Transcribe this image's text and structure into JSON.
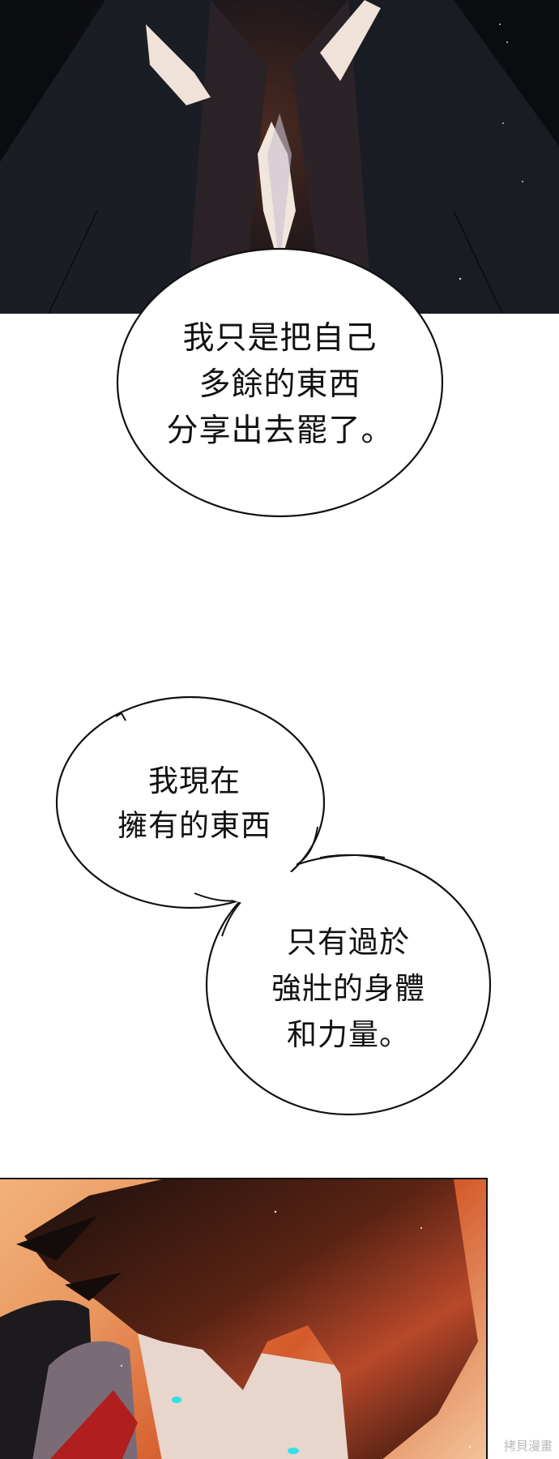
{
  "page": {
    "type": "webcomic-strip",
    "background_color": "#ffffff"
  },
  "panels": [
    {
      "id": "top",
      "description": "dark cloaked figure with glowing red-orange light at chest",
      "colors": {
        "dark": "#0b0c10",
        "glow": "#4a2a22",
        "highlight": "#f0e4dc"
      }
    },
    {
      "id": "bottom",
      "description": "close-up of dark-haired man with glowing cyan eyes against orange background",
      "colors": {
        "background": "#e9955e",
        "hair": "#1a0f0c",
        "eyes": "#2fe0e8",
        "collar": "#b01e1e"
      }
    }
  ],
  "bubbles": [
    {
      "id": "bubble-1",
      "lines": [
        "我只是把自己",
        "多餘的東西",
        "分享出去罷了。"
      ]
    },
    {
      "id": "bubble-2",
      "lines": [
        "我現在",
        "擁有的東西"
      ]
    },
    {
      "id": "bubble-3",
      "lines": [
        "只有過於",
        "強壯的身體",
        "和力量。"
      ]
    }
  ],
  "watermark": {
    "text": "拷貝漫畫",
    "color": "#b8b8b8"
  }
}
